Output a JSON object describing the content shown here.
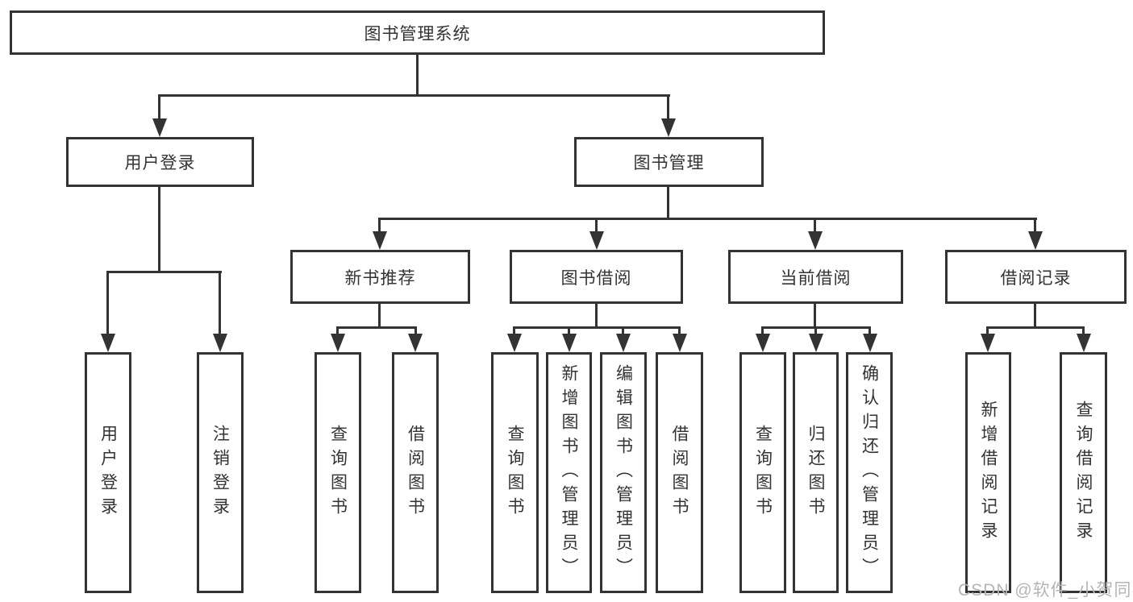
{
  "title": "图书管理系统",
  "tree": {
    "label": "图书管理系统",
    "children": [
      {
        "label": "用户登录",
        "children": [
          {
            "label": "用户登录"
          },
          {
            "label": "注销登录"
          }
        ]
      },
      {
        "label": "图书管理",
        "children": [
          {
            "label": "新书推荐",
            "children": [
              {
                "label": "查询图书"
              },
              {
                "label": "借阅图书"
              }
            ]
          },
          {
            "label": "图书借阅",
            "children": [
              {
                "label": "查询图书"
              },
              {
                "label": "新增图书（管理员）"
              },
              {
                "label": "编辑图书（管理员）"
              },
              {
                "label": "借阅图书"
              }
            ]
          },
          {
            "label": "当前借阅",
            "children": [
              {
                "label": "查询图书"
              },
              {
                "label": "归还图书"
              },
              {
                "label": "确认归还（管理员）"
              }
            ]
          },
          {
            "label": "借阅记录",
            "children": [
              {
                "label": "新增借阅记录"
              },
              {
                "label": "查询借阅记录"
              }
            ]
          }
        ]
      }
    ]
  },
  "watermark": "CSDN @软件_小贺同学",
  "colors": {
    "line": "#333333",
    "text": "#333333",
    "box_bg": "#ffffff",
    "background": "#ffffff",
    "watermark": "#b5b5b5"
  }
}
